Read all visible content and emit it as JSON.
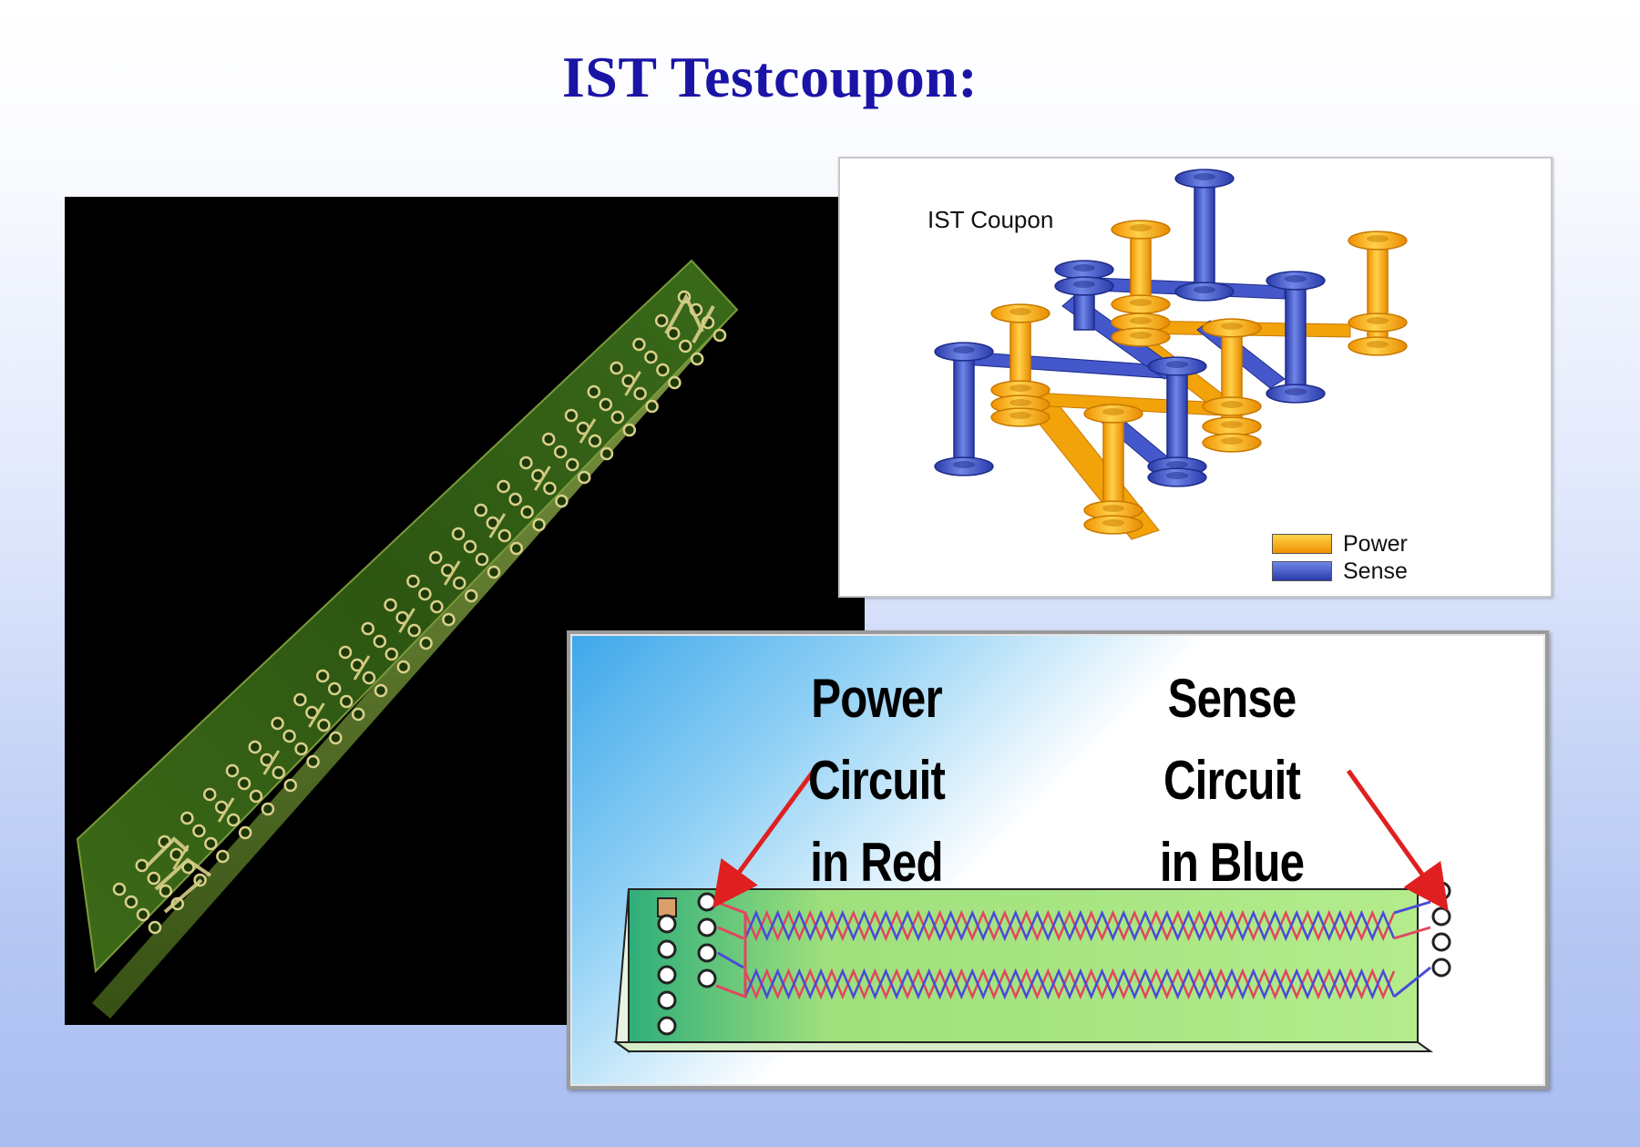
{
  "title": "IST Testcoupon:",
  "coupon_diagram": {
    "label": "IST Coupon",
    "legend": [
      {
        "name": "Power",
        "color": "#f5a800"
      },
      {
        "name": "Sense",
        "color": "#3a4fc8"
      }
    ]
  },
  "circuit_diagram": {
    "power_label_line1": "Power Circuit",
    "power_label_line2": "in Red",
    "sense_label_line1": "Sense Circuit",
    "sense_label_line2": "in Blue",
    "arrow_color": "#e02020",
    "power_color": "#e2465e",
    "sense_color": "#4a4ad8"
  },
  "colors": {
    "title": "#1a14a6",
    "pcb_green": "#2f5a12",
    "strip_green": "#9fe07c"
  }
}
